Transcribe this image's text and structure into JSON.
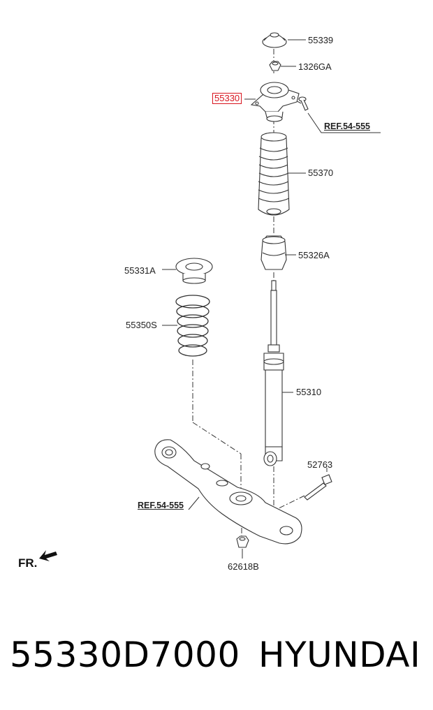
{
  "callouts": {
    "p55339": "55339",
    "p1326GA": "1326GA",
    "p55330": "55330",
    "ref_top": "REF.54-555",
    "p55370": "55370",
    "p55326A": "55326A",
    "p55331A": "55331A",
    "p55350S": "55350S",
    "p55310": "55310",
    "p52763": "52763",
    "ref_arm": "REF.54-555",
    "p62618B": "62618B"
  },
  "direction_label": "FR.",
  "footer": {
    "part_number": "55330D7000",
    "brand": "HYUNDAI"
  },
  "colors": {
    "highlight": "#d8141e",
    "line": "#222222"
  }
}
